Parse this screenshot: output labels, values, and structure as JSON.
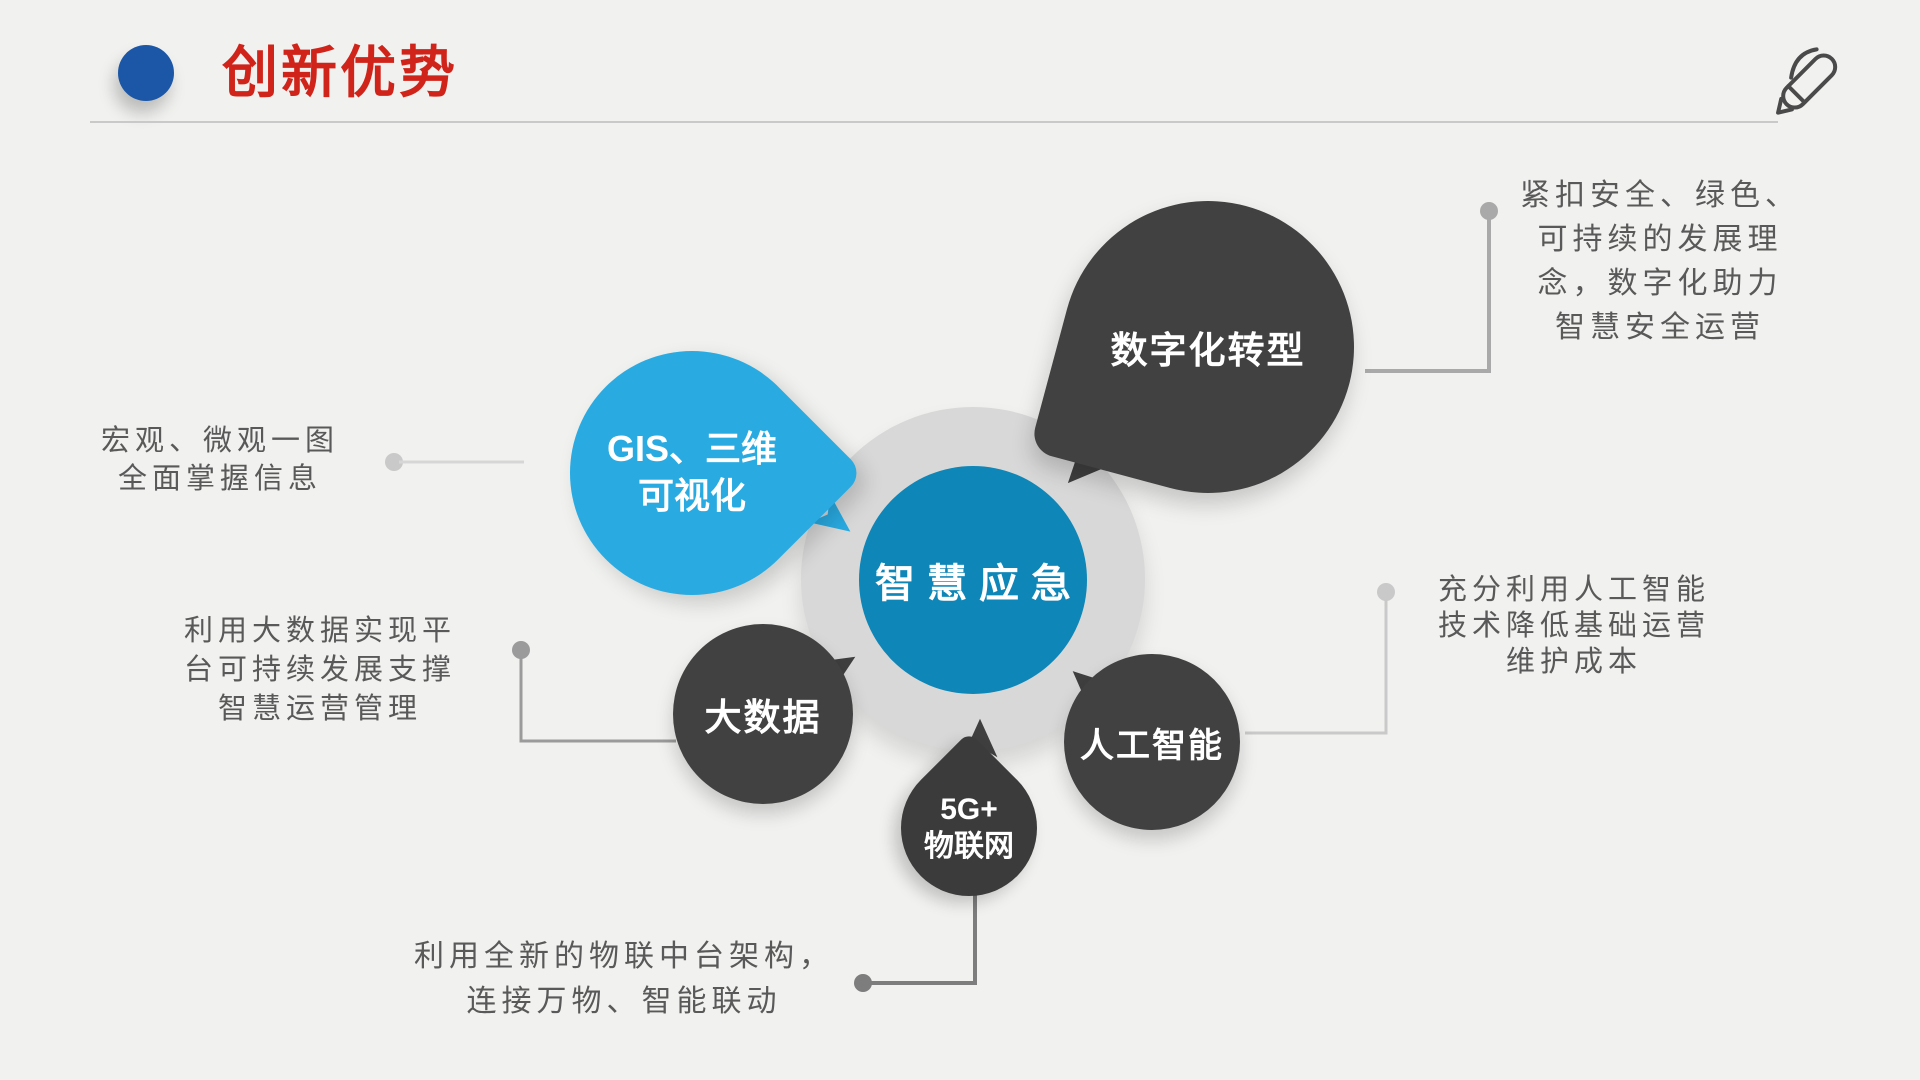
{
  "header": {
    "title": "创新优势",
    "title_color": "#d0241b",
    "bullet_color": "#1c57a7"
  },
  "diagram": {
    "hub": {
      "label": "智慧应急",
      "color": "#0e86b7",
      "ring_color": "#d8d8d8"
    },
    "bubbles": {
      "gis": {
        "label": "GIS、三维\n可视化",
        "color": "#29abe2"
      },
      "digital": {
        "label": "数字化转型",
        "color": "#414141"
      },
      "bigdata": {
        "label": "大数据",
        "color": "#414141"
      },
      "ai": {
        "label": "人工智能",
        "color": "#414141"
      },
      "iot": {
        "label": "5G+\n物联网",
        "color": "#414141"
      }
    },
    "notes": {
      "gis": "宏观、微观一图\n全面掌握信息",
      "bigdata": "利用大数据实现平\n台可持续发展支撑\n智慧运营管理",
      "iot": "利用全新的物联中台架构，\n连接万物、智能联动",
      "ai": "充分利用人工智能\n技术降低基础运营\n维护成本",
      "digital": "紧扣安全、绿色、\n可持续的发展理\n念，数字化助力\n智慧安全运营"
    },
    "note_text_color": "#595959",
    "background_color": "#f1f1ef"
  }
}
